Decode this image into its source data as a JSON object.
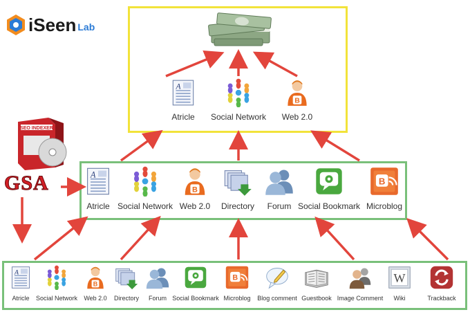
{
  "brand": {
    "name": "iSeen",
    "suffix": "Lab"
  },
  "gsa": {
    "label": "GSA",
    "box_text": "SEO INDEXER"
  },
  "colors": {
    "arrow": "#e2453c",
    "top_border": "#f2e33a",
    "tier_border": "#79c07a"
  },
  "tier1": [
    {
      "label": "Atricle",
      "icon": "article-icon"
    },
    {
      "label": "Social Network",
      "icon": "social-network-icon"
    },
    {
      "label": "Web 2.0",
      "icon": "web20-icon"
    }
  ],
  "tier2": [
    {
      "label": "Atricle",
      "icon": "article-icon"
    },
    {
      "label": "Social Network",
      "icon": "social-network-icon"
    },
    {
      "label": "Web 2.0",
      "icon": "web20-icon"
    },
    {
      "label": "Directory",
      "icon": "directory-icon"
    },
    {
      "label": "Forum",
      "icon": "forum-icon"
    },
    {
      "label": "Social Bookmark",
      "icon": "social-bookmark-icon"
    },
    {
      "label": "Microblog",
      "icon": "microblog-icon"
    }
  ],
  "tier3": [
    {
      "label": "Atricle",
      "icon": "article-icon"
    },
    {
      "label": "Social Network",
      "icon": "social-network-icon"
    },
    {
      "label": "Web 2.0",
      "icon": "web20-icon"
    },
    {
      "label": "Directory",
      "icon": "directory-icon"
    },
    {
      "label": "Forum",
      "icon": "forum-icon"
    },
    {
      "label": "Social Bookmark",
      "icon": "social-bookmark-icon"
    },
    {
      "label": "Microblog",
      "icon": "microblog-icon"
    },
    {
      "label": "Blog comment",
      "icon": "blog-comment-icon"
    },
    {
      "label": "Guestbook",
      "icon": "guestbook-icon"
    },
    {
      "label": "Image Comment",
      "icon": "image-comment-icon"
    },
    {
      "label": "Wiki",
      "icon": "wiki-icon"
    },
    {
      "label": "Trackback",
      "icon": "trackback-icon"
    }
  ]
}
